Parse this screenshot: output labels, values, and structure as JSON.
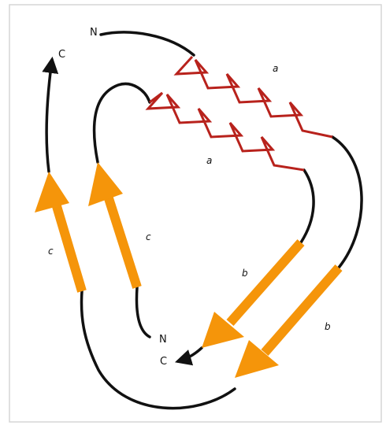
{
  "labels": {
    "outer_n": "N",
    "outer_c": "C",
    "inner_n": "N",
    "inner_c": "C",
    "seg_a_top": "a",
    "seg_a_mid": "a",
    "seg_b_inner": "b",
    "seg_b_outer": "b",
    "seg_c_outer": "c",
    "seg_c_inner": "c"
  },
  "colors": {
    "backbone": "#111111",
    "helix": "#b8221c",
    "strand": "#f5950a",
    "frame_border": "#d6d6d6"
  },
  "icons": {
    "helix": "alpha-helix-zigzag",
    "strand": "beta-strand-arrow",
    "terminus": "chain-end-arrowhead"
  }
}
